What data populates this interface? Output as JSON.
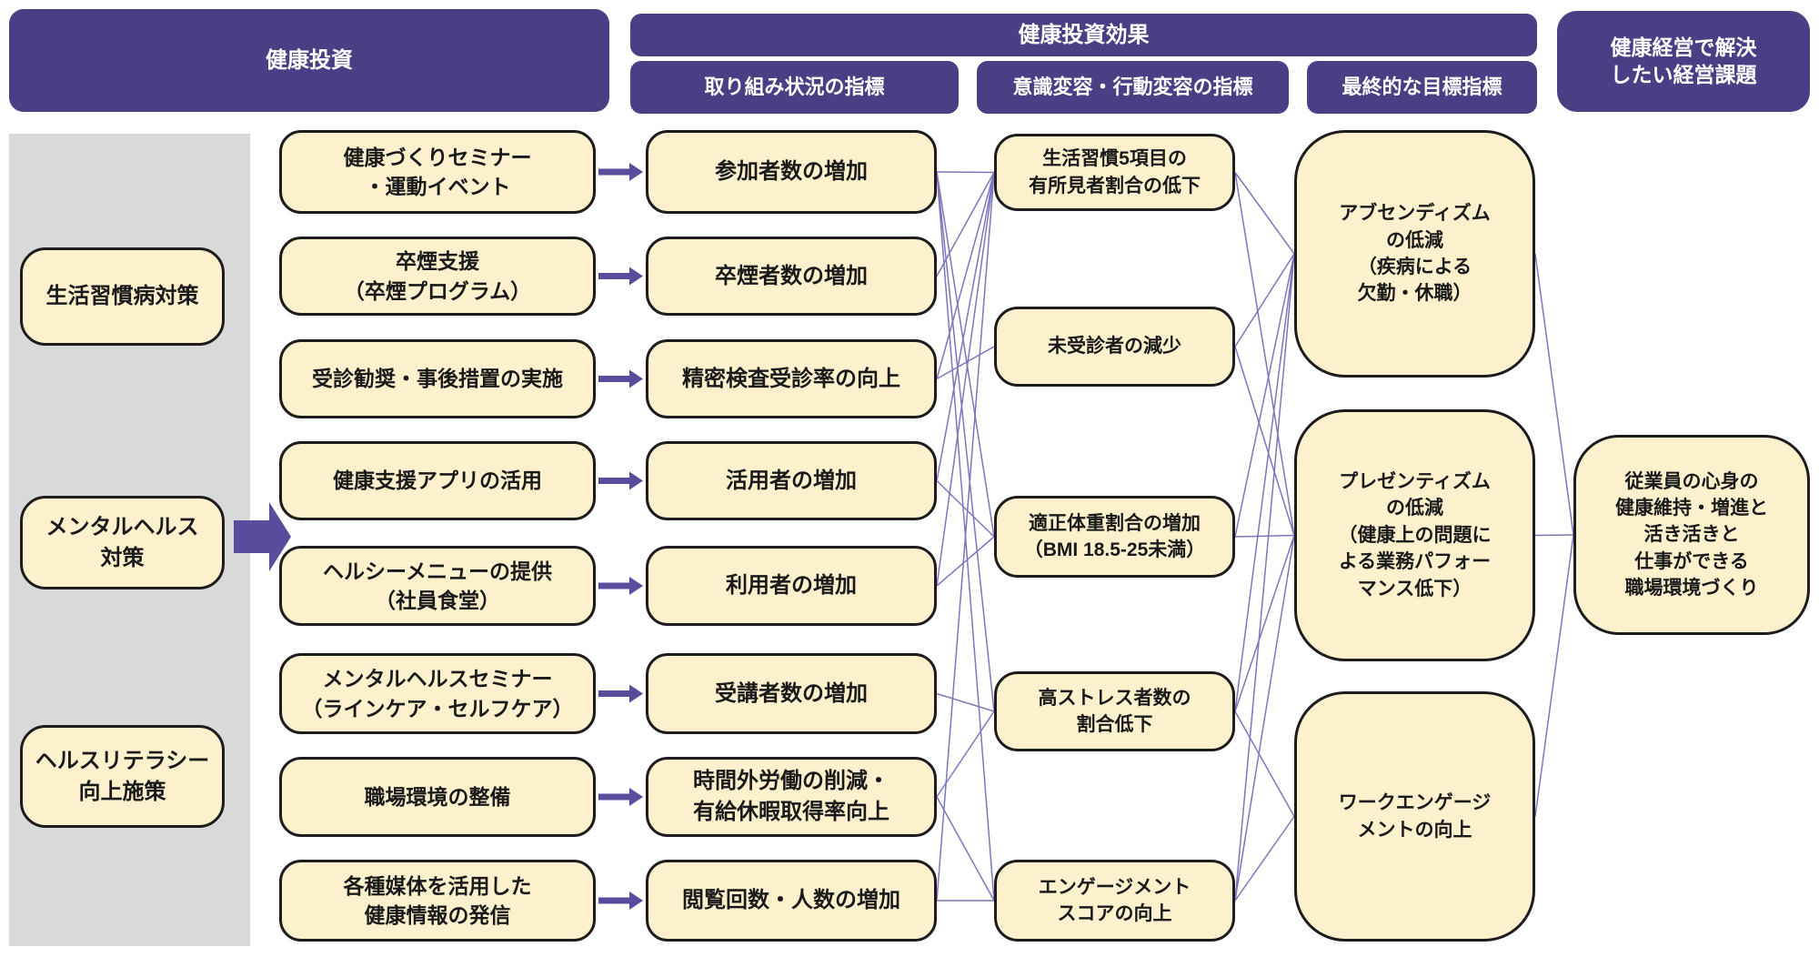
{
  "colors": {
    "header_purple": "#4a3e85",
    "arrow_purple": "#5a4b9d",
    "line_purple": "#7f75bd",
    "box_fill": "#fcf0cd",
    "box_border": "#1c1c1c",
    "track_gray": "#d9d9d9"
  },
  "headers": {
    "investment": "健康投資",
    "effect": "健康投資効果",
    "effect_sub1": "取り組み状況の指標",
    "effect_sub2": "意識変容・行動変容の指標",
    "effect_sub3": "最終的な目標指標",
    "challenge": "健康経営で解決\nしたい経営課題"
  },
  "categories": {
    "items": [
      {
        "label": "生活習慣病対策"
      },
      {
        "label": "メンタルヘルス\n対策"
      },
      {
        "label": "ヘルスリテラシー\n向上施策"
      }
    ]
  },
  "activities": {
    "items": [
      {
        "label": "健康づくりセミナー\n・運動イベント"
      },
      {
        "label": "卒煙支援\n（卒煙プログラム）"
      },
      {
        "label": "受診勧奨・事後措置の実施"
      },
      {
        "label": "健康支援アプリの活用"
      },
      {
        "label": "ヘルシーメニューの提供\n（社員食堂）"
      },
      {
        "label": "メンタルヘルスセミナー\n（ラインケア・セルフケア）"
      },
      {
        "label": "職場環境の整備"
      },
      {
        "label": "各種媒体を活用した\n健康情報の発信"
      }
    ]
  },
  "effort_indicators": {
    "items": [
      {
        "label": "参加者数の増加"
      },
      {
        "label": "卒煙者数の増加"
      },
      {
        "label": "精密検査受診率の向上"
      },
      {
        "label": "活用者の増加"
      },
      {
        "label": "利用者の増加"
      },
      {
        "label": "受講者数の増加"
      },
      {
        "label": "時間外労働の削減・\n有給休暇取得率向上"
      },
      {
        "label": "閲覧回数・人数の増加"
      }
    ]
  },
  "behavior_indicators": {
    "items": [
      {
        "label": "生活習慣5項目の\n有所見者割合の低下"
      },
      {
        "label": "未受診者の減少"
      },
      {
        "label": "適正体重割合の増加\n（BMI 18.5-25未満）"
      },
      {
        "label": "高ストレス者数の\n割合低下"
      },
      {
        "label": "エンゲージメント\nスコアの向上"
      }
    ]
  },
  "final_indicators": {
    "items": [
      {
        "label": "アブセンディズム\nの低減\n（疾病による\n欠勤・休職）"
      },
      {
        "label": "プレゼンティズム\nの低減\n（健康上の問題に\nよる業務パフォー\nマンス低下）"
      },
      {
        "label": "ワークエンゲージ\nメントの向上"
      }
    ]
  },
  "goal": {
    "label": "従業員の心身の\n健康維持・増進と\n活き活きと\n仕事ができる\n職場環境づくり"
  },
  "connections": {
    "effort_to_behavior": [
      {
        "from": 0,
        "to": 0
      },
      {
        "from": 0,
        "to": 2
      },
      {
        "from": 0,
        "to": 3
      },
      {
        "from": 0,
        "to": 4
      },
      {
        "from": 1,
        "to": 0
      },
      {
        "from": 2,
        "to": 0
      },
      {
        "from": 2,
        "to": 1
      },
      {
        "from": 3,
        "to": 0
      },
      {
        "from": 3,
        "to": 2
      },
      {
        "from": 4,
        "to": 0
      },
      {
        "from": 4,
        "to": 2
      },
      {
        "from": 5,
        "to": 3
      },
      {
        "from": 6,
        "to": 3
      },
      {
        "from": 6,
        "to": 4
      },
      {
        "from": 7,
        "to": 0
      },
      {
        "from": 7,
        "to": 4
      }
    ],
    "behavior_to_final": [
      {
        "from": 0,
        "to": 0
      },
      {
        "from": 0,
        "to": 1
      },
      {
        "from": 1,
        "to": 0
      },
      {
        "from": 1,
        "to": 1
      },
      {
        "from": 2,
        "to": 0
      },
      {
        "from": 2,
        "to": 1
      },
      {
        "from": 3,
        "to": 0
      },
      {
        "from": 3,
        "to": 1
      },
      {
        "from": 3,
        "to": 2
      },
      {
        "from": 4,
        "to": 0
      },
      {
        "from": 4,
        "to": 1
      },
      {
        "from": 4,
        "to": 2
      }
    ],
    "final_to_goal": [
      {
        "from": 0,
        "to": 0
      },
      {
        "from": 1,
        "to": 0
      },
      {
        "from": 2,
        "to": 0
      }
    ]
  }
}
